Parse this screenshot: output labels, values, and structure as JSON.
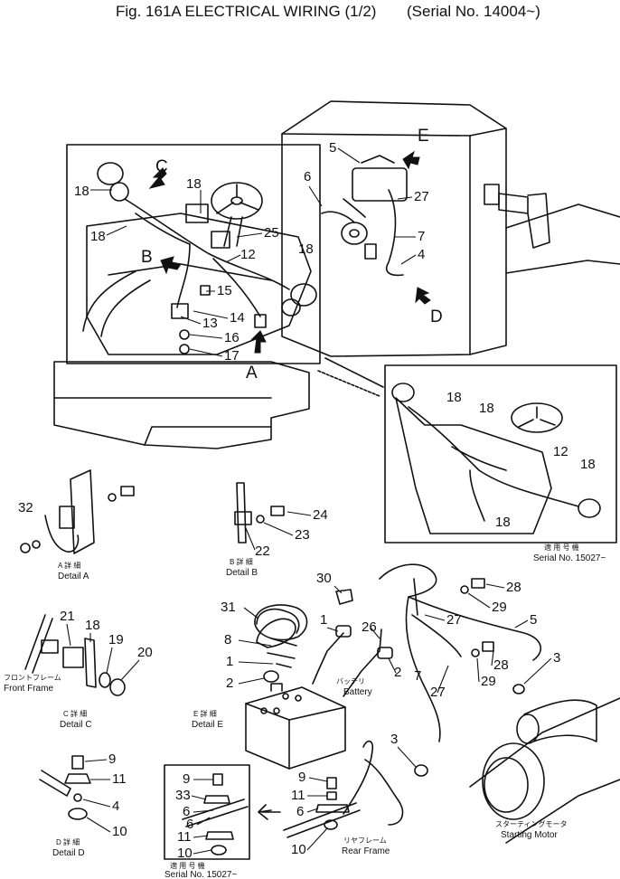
{
  "title": {
    "main": "Fig. 161A ELECTRICAL WIRING (1/2)",
    "serial": "(Serial No. 14004~)"
  },
  "views": {
    "C": "C",
    "B": "B",
    "E": "E",
    "D": "D",
    "A": "A"
  },
  "callouts": {
    "n1": "1",
    "n2": "2",
    "n3": "3",
    "n4": "4",
    "n5": "5",
    "n6": "6",
    "n7": "7",
    "n8": "8",
    "n9": "9",
    "n10": "10",
    "n11": "11",
    "n12": "12",
    "n13": "13",
    "n14": "14",
    "n15": "15",
    "n16": "16",
    "n17": "17",
    "n18": "18",
    "n19": "19",
    "n20": "20",
    "n21": "21",
    "n22": "22",
    "n23": "23",
    "n24": "24",
    "n25": "25",
    "n26": "26",
    "n27": "27",
    "n28": "28",
    "n29": "29",
    "n30": "30",
    "n31": "31",
    "n32": "32",
    "n33": "33"
  },
  "labels": {
    "detail_a_jp": "A 詳 細",
    "detail_a": "Detail A",
    "detail_b_jp": "B 詳 細",
    "detail_b": "Detail B",
    "detail_c_jp": "C 詳 細",
    "detail_c": "Detail C",
    "detail_d_jp": "D 詳 細",
    "detail_d": "Detail D",
    "detail_e_jp": "E 詳 細",
    "detail_e": "Detail E",
    "front_frame_jp": "フロントフレーム",
    "front_frame": "Front Frame",
    "rear_frame_jp": "リヤフレーム",
    "rear_frame": "Rear Frame",
    "battery_jp": "バッテリ",
    "battery": "Battery",
    "starting_motor_jp": "スターティングモータ",
    "starting_motor": "Starting Motor",
    "serial_jp_1": "適 用 号 機",
    "serial_1": "Serial No. 15027~",
    "serial_jp_2": "適 用 号 機",
    "serial_2": "Serial No. 15027~"
  }
}
